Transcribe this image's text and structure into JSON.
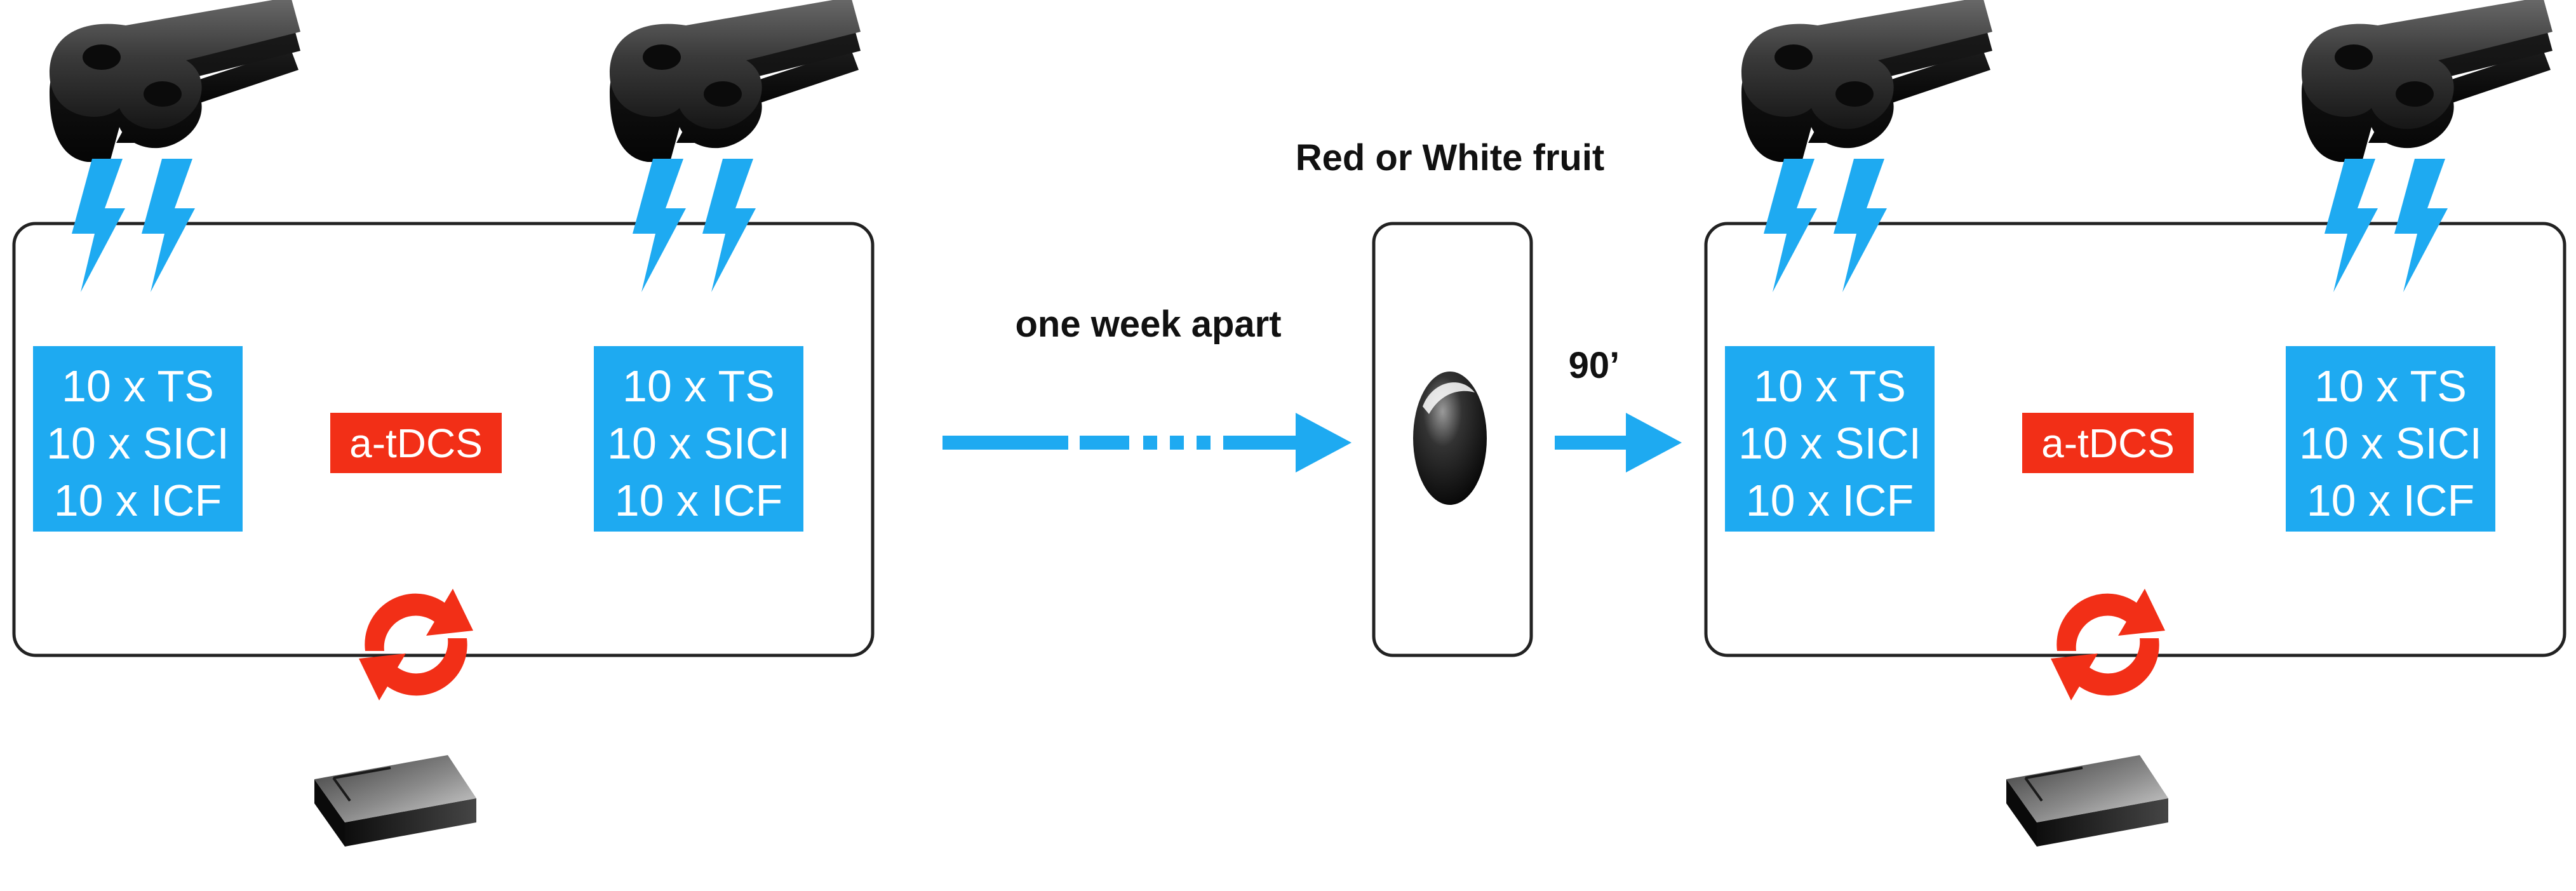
{
  "colors": {
    "accent_blue": "#1eaaf1",
    "accent_red": "#f22f17",
    "outline": "#222222",
    "device_dark": "#2e2e2e"
  },
  "icons": {
    "coil": "tms-coil-icon",
    "bolt": "lightning-bolt-icon",
    "cycle": "rotate-cycle-icon",
    "stimulator": "tdcs-stimulator-icon",
    "fruit": "fruit-icon"
  },
  "labels": {
    "fruit_title": "Red or White fruit",
    "interval": "one week apart",
    "delay": "90’"
  },
  "sessions": [
    {
      "left_block": [
        "10 x TS",
        "10 x SICI",
        "10 x ICF"
      ],
      "stimulation": "a-tDCS",
      "right_block": [
        "10 x TS",
        "10 x SICI",
        "10 x ICF"
      ]
    },
    {
      "left_block": [
        "10 x TS",
        "10 x SICI",
        "10 x ICF"
      ],
      "stimulation": "a-tDCS",
      "right_block": [
        "10 x TS",
        "10 x SICI",
        "10 x ICF"
      ]
    }
  ]
}
